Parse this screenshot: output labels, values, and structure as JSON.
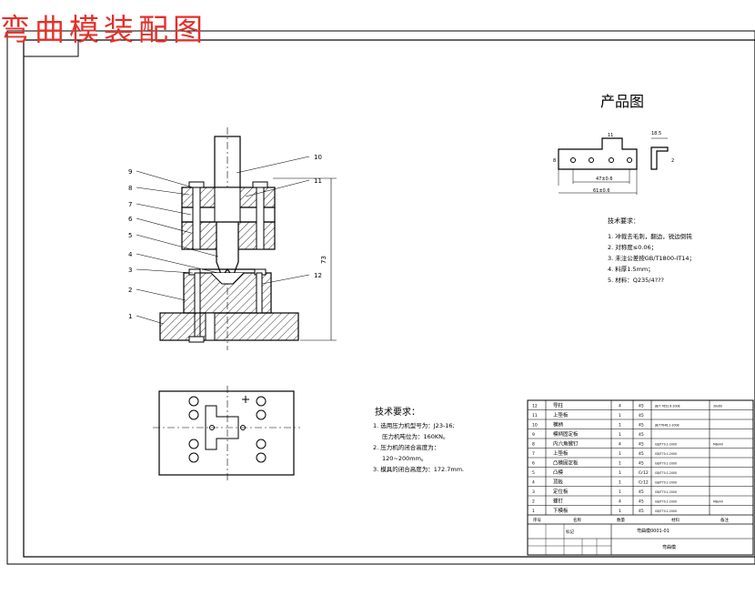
{
  "title": "弯曲模装配图",
  "product_view": {
    "title": "产品图",
    "dims": {
      "d1": "18.5",
      "d2": "2",
      "d3": "11",
      "d4": "8",
      "d5": "47±0.6",
      "d6": "61±0.6"
    },
    "tech_title": "技术要求：",
    "notes": [
      "1. 冲裁去毛刺，翻边，锐边倒钝",
      "2. 对称度≤0.06；",
      "3. 未注公差按GB/T1800-IT14；",
      "4. 料厚1.5mm；",
      "5. 材料：Q235/4???"
    ]
  },
  "assembly": {
    "dimension": "73",
    "left_labels": [
      "9",
      "8",
      "7",
      "6",
      "5",
      "4",
      "3",
      "2",
      "1"
    ],
    "right_labels": [
      "10",
      "11",
      "12"
    ]
  },
  "tech_requirements": {
    "title": "技术要求：",
    "items": [
      "1. 选用压力机型号为：J23-16;",
      "压力机吨位为：160KN。",
      "2. 压力机的闭合高度为：",
      "120~200mm。",
      "3. 模具的闭合高度为：172.7mm."
    ]
  },
  "bom": {
    "rows": [
      {
        "no": "12",
        "name": "导柱",
        "qty": "4",
        "mat": "45",
        "std": "JB/T 7652.6-2008",
        "note": "30x60"
      },
      {
        "no": "11",
        "name": "上垫板",
        "qty": "1",
        "mat": "45",
        "std": "",
        "note": ""
      },
      {
        "no": "10",
        "name": "模柄",
        "qty": "1",
        "mat": "45",
        "std": "JB/T7646.1-2008",
        "note": ""
      },
      {
        "no": "9",
        "name": "模柄固定板",
        "qty": "1",
        "mat": "45",
        "std": "",
        "note": ""
      },
      {
        "no": "8",
        "name": "内六角螺钉",
        "qty": "4",
        "mat": "45",
        "std": "GB/T70.1-2000",
        "note": "M8x40"
      },
      {
        "no": "7",
        "name": "上垫板",
        "qty": "1",
        "mat": "45",
        "std": "GB/T70.1-2000",
        "note": ""
      },
      {
        "no": "6",
        "name": "凸模固定板",
        "qty": "1",
        "mat": "45",
        "std": "GB/T70.1-2000",
        "note": ""
      },
      {
        "no": "5",
        "name": "凸模",
        "qty": "1",
        "mat": "Cr12",
        "std": "GB/T70.1-2000",
        "note": ""
      },
      {
        "no": "4",
        "name": "顶板",
        "qty": "1",
        "mat": "Cr12",
        "std": "GB/T70.1-2000",
        "note": ""
      },
      {
        "no": "3",
        "name": "定位板",
        "qty": "1",
        "mat": "45",
        "std": "GB/T70.1-2000",
        "note": ""
      },
      {
        "no": "2",
        "name": "螺钉",
        "qty": "4",
        "mat": "45",
        "std": "GB/T70.1-2000",
        "note": "M8x40"
      },
      {
        "no": "1",
        "name": "下模板",
        "qty": "1",
        "mat": "45",
        "std": "GB/T70.1-2000",
        "note": ""
      }
    ],
    "header": {
      "seq": "序号",
      "name": "名称",
      "qty": "数量",
      "mat": "材料",
      "note": "备注"
    },
    "drawing_no": "弯曲模0001-01",
    "drawing_name": "弯曲模",
    "stamp": "标记"
  }
}
